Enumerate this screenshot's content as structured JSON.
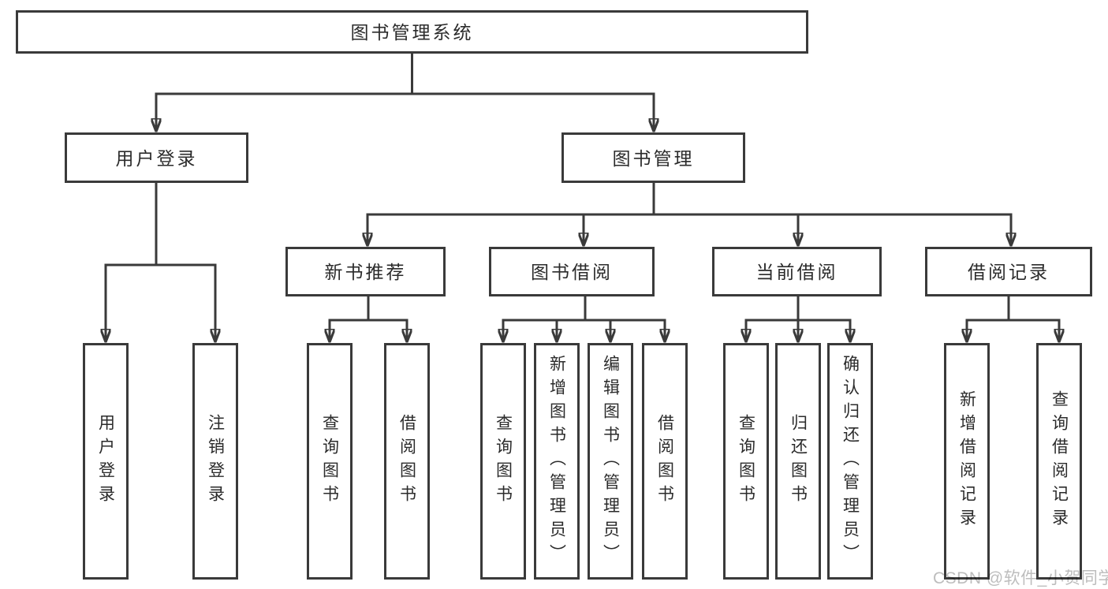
{
  "diagram": {
    "type": "hierarchy-tree",
    "nodes": {
      "root": {
        "label": "图书管理系统"
      },
      "user_login": {
        "label": "用户登录"
      },
      "book_mgmt": {
        "label": "图书管理"
      },
      "new_books": {
        "label": "新书推荐"
      },
      "book_borrow": {
        "label": "图书借阅"
      },
      "current_borrow": {
        "label": "当前借阅"
      },
      "borrow_records": {
        "label": "借阅记录"
      },
      "leaf_user_login": {
        "label": "用户登录"
      },
      "leaf_logout": {
        "label": "注销登录"
      },
      "leaf_nb_query": {
        "label": "查询图书"
      },
      "leaf_nb_borrow": {
        "label": "借阅图书"
      },
      "leaf_bb_query": {
        "label": "查询图书"
      },
      "leaf_bb_add": {
        "label": "新增图书（管理员）"
      },
      "leaf_bb_edit": {
        "label": "编辑图书（管理员）"
      },
      "leaf_bb_borrow": {
        "label": "借阅图书"
      },
      "leaf_cb_query": {
        "label": "查询图书"
      },
      "leaf_cb_return": {
        "label": "归还图书"
      },
      "leaf_cb_confirm": {
        "label": "确认归还（管理员）"
      },
      "leaf_br_add": {
        "label": "新增借阅记录"
      },
      "leaf_br_query": {
        "label": "查询借阅记录"
      }
    },
    "edges": [
      [
        "图书管理系统",
        "用户登录"
      ],
      [
        "图书管理系统",
        "图书管理"
      ],
      [
        "用户登录",
        "用户登录"
      ],
      [
        "用户登录",
        "注销登录"
      ],
      [
        "图书管理",
        "新书推荐"
      ],
      [
        "图书管理",
        "图书借阅"
      ],
      [
        "图书管理",
        "当前借阅"
      ],
      [
        "图书管理",
        "借阅记录"
      ],
      [
        "新书推荐",
        "查询图书"
      ],
      [
        "新书推荐",
        "借阅图书"
      ],
      [
        "图书借阅",
        "查询图书"
      ],
      [
        "图书借阅",
        "新增图书（管理员）"
      ],
      [
        "图书借阅",
        "编辑图书（管理员）"
      ],
      [
        "图书借阅",
        "借阅图书"
      ],
      [
        "当前借阅",
        "查询图书"
      ],
      [
        "当前借阅",
        "归还图书"
      ],
      [
        "当前借阅",
        "确认归还（管理员）"
      ],
      [
        "借阅记录",
        "新增借阅记录"
      ],
      [
        "借阅记录",
        "查询借阅记录"
      ]
    ]
  },
  "watermark": {
    "text": "CSDN @软件_小贺同学"
  },
  "colors": {
    "line": "#3a3a3a",
    "box_border": "#3a3a3a",
    "text": "#2b2b2b",
    "watermark": "#bdbdbd",
    "background": "#ffffff"
  }
}
